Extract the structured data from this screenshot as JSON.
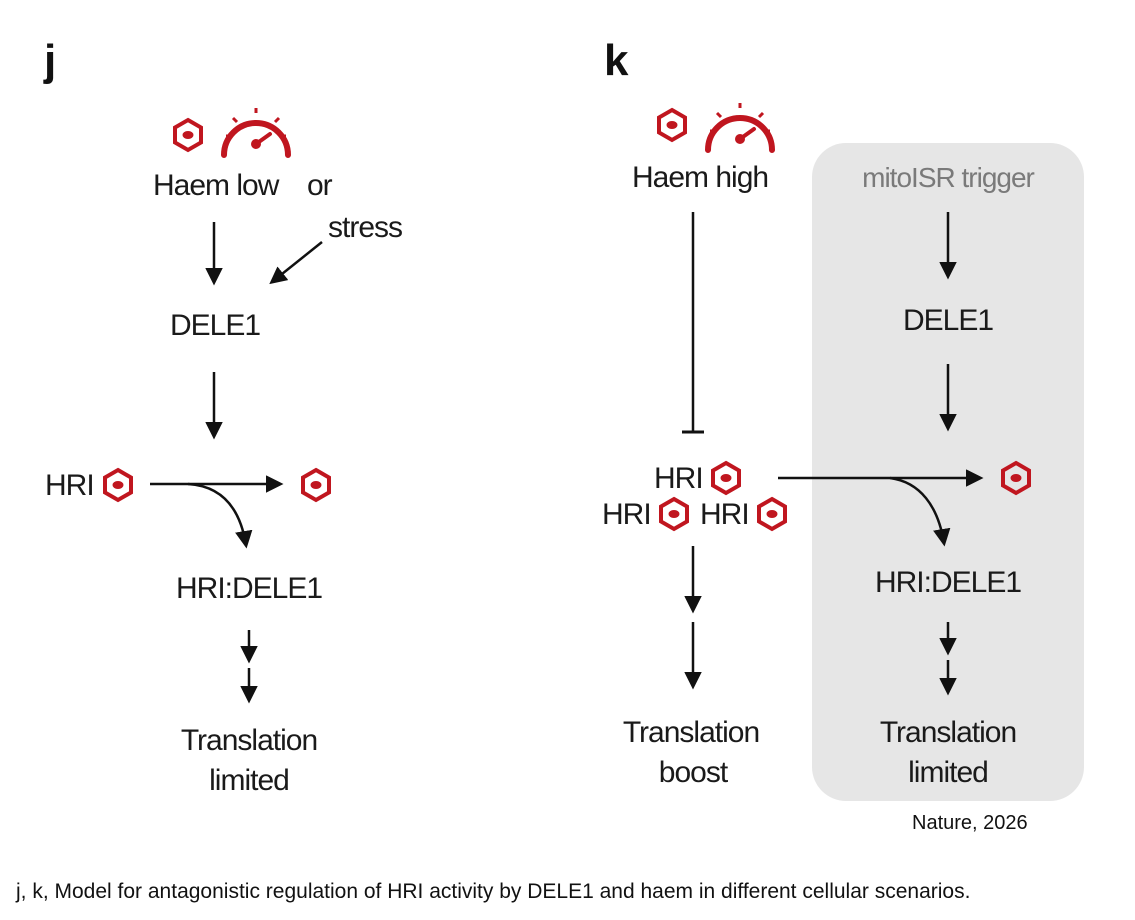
{
  "panel_j": {
    "letter": "j",
    "haem_low": "Haem low",
    "or": "or",
    "stress": "stress",
    "dele1": "DELE1",
    "hri": "HRI",
    "hri_dele1": "HRI:DELE1",
    "translation_line1": "Translation",
    "translation_line2": "limited"
  },
  "panel_k": {
    "letter": "k",
    "haem_high": "Haem high",
    "mitoisr_trigger": "mitoISR trigger",
    "dele1": "DELE1",
    "hri_top": "HRI",
    "hri_left": "HRI",
    "hri_right": "HRI",
    "hri_dele1": "HRI:DELE1",
    "boost_line1": "Translation",
    "boost_line2": "boost",
    "limited_line1": "Translation",
    "limited_line2": "limited"
  },
  "source": "Nature, 2026",
  "caption": "j, k, Model for antagonistic regulation of HRI activity by DELE1 and haem in different cellular scenarios.",
  "colors": {
    "haem_red": "#c0161f",
    "shade_box": "#e6e6e6",
    "text": "#1a1a1a"
  },
  "icons": [
    "haem-hexagon-icon",
    "gauge-icon"
  ]
}
